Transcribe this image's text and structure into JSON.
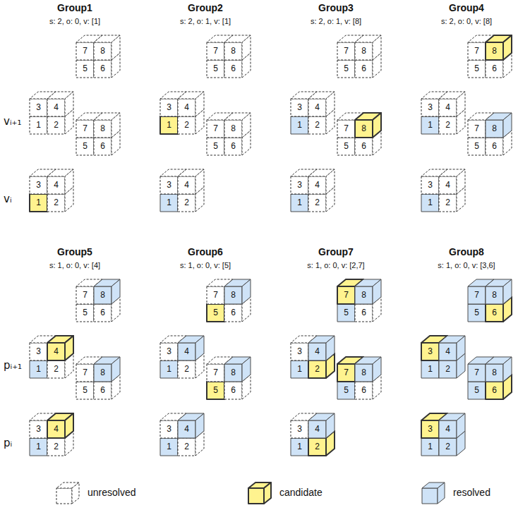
{
  "diagram": {
    "labels": [
      "Group1",
      "s: 2, o: 0, v: [1]",
      "1",
      "2",
      "3",
      "4",
      "5",
      "6",
      "7",
      "8",
      "1",
      "2",
      "3",
      "4",
      "5",
      "6",
      "7",
      "8",
      "Group2",
      "s: 2, o: 1, v: [1]",
      "1",
      "2",
      "3",
      "4",
      "5",
      "6",
      "7",
      "8",
      "1",
      "2",
      "3",
      "4",
      "5",
      "6",
      "7",
      "8",
      "Group3",
      "s: 2, o: 1, v: [8]",
      "1",
      "2",
      "3",
      "4",
      "5",
      "6",
      "7",
      "8",
      "1",
      "2",
      "3",
      "4",
      "5",
      "6",
      "7",
      "8",
      "Group4",
      "s: 2, o: 0, v: [8]",
      "1",
      "2",
      "3",
      "4",
      "5",
      "6",
      "7",
      "8",
      "1",
      "2",
      "3",
      "4",
      "5",
      "6",
      "7",
      "8",
      "Group5",
      "s: 1, o: 0, v: [4]",
      "1",
      "2",
      "3",
      "4",
      "5",
      "6",
      "7",
      "8",
      "1",
      "2",
      "3",
      "4",
      "5",
      "6",
      "7",
      "8",
      "Group6",
      "s: 1, o: 0, v: [5]",
      "1",
      "2",
      "3",
      "4",
      "5",
      "6",
      "7",
      "8",
      "1",
      "2",
      "3",
      "4",
      "5",
      "6",
      "7",
      "8",
      "Group7",
      "s: 1, o: 0, v: [2,7]",
      "1",
      "2",
      "3",
      "4",
      "5",
      "6",
      "7",
      "8",
      "1",
      "2",
      "3",
      "4",
      "5",
      "6",
      "7",
      "8",
      "Group8",
      "s: 1, o: 0, v: [3,6]",
      "1",
      "2",
      "3",
      "4",
      "5",
      "6",
      "7",
      "8",
      "1",
      "2",
      "3",
      "4",
      "5",
      "6",
      "7",
      "8",
      "vᵢ₊₁",
      "vᵢ",
      "pᵢ₊₁",
      "pᵢ"
    ],
    "legend": [
      {
        "text": "unresolved"
      },
      {
        "text": "candidate",
        "color": "#fff38f"
      },
      {
        "text": "resolved",
        "color": "#cfe3f7"
      }
    ]
  }
}
